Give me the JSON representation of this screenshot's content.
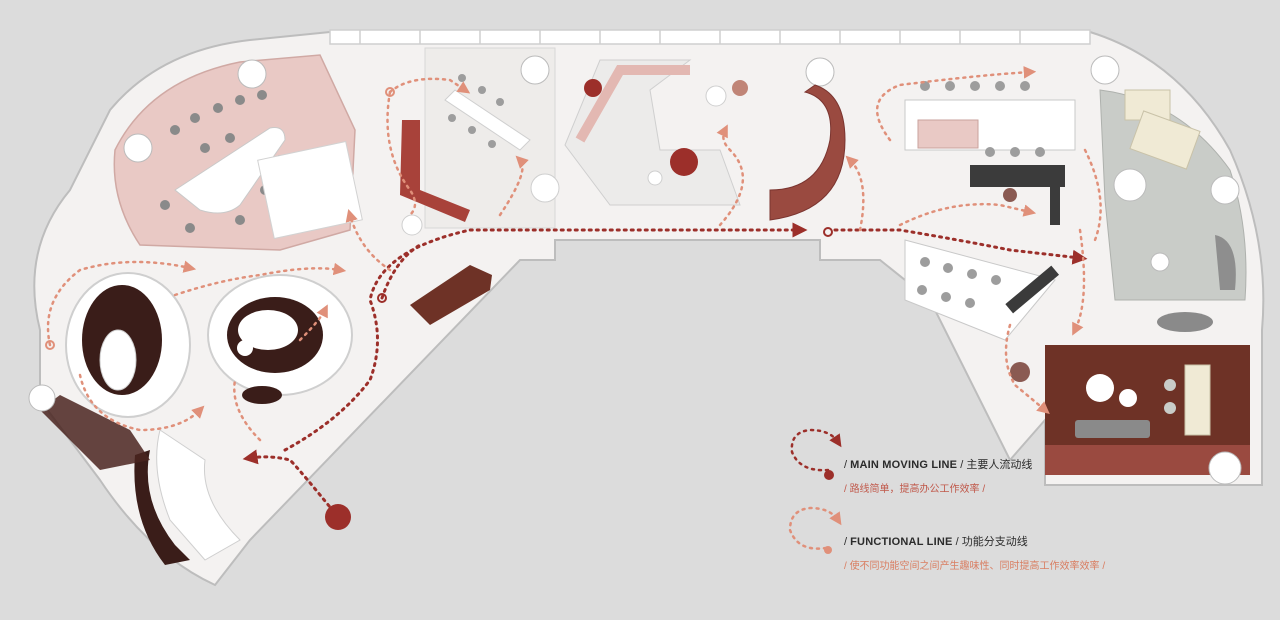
{
  "legend": {
    "main": {
      "label_en": "MAIN MOVING LINE",
      "label_cn": "主要人流动线",
      "note": "路线简单，提高办公工作效率",
      "color": "#9c2f2a"
    },
    "functional": {
      "label_en": "FUNCTIONAL LINE",
      "label_cn": "功能分支动线",
      "note": "使不同功能空间之间产生趣味性、同时提高工作效率效率",
      "color": "#e0907a"
    }
  },
  "colors": {
    "background": "#dcdcdc",
    "floor": "#f4f2f1",
    "wall": "#ffffff",
    "pink_zone": "#e9c9c5",
    "brown_zone": "#6e3226",
    "grey_zone": "#c9ccc8",
    "dark_pod": "#3a1d19"
  }
}
